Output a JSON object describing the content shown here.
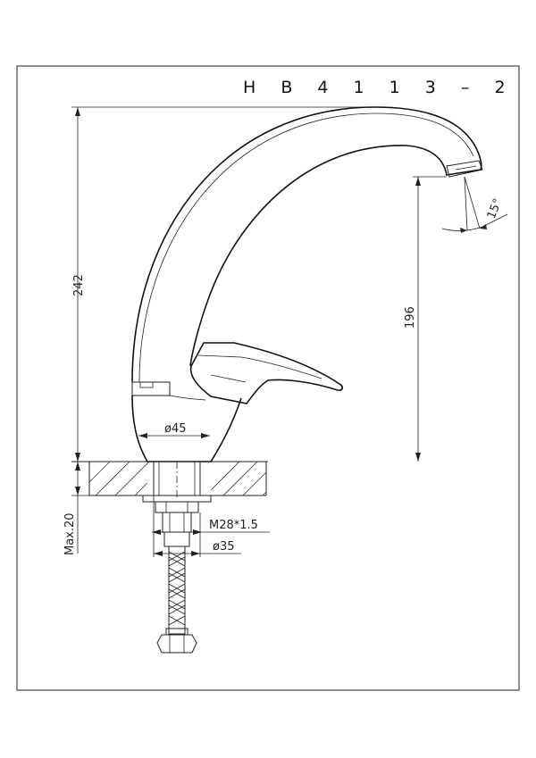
{
  "title": "H B 4 1 1 3 – 2",
  "dimensions": {
    "total_height": "242",
    "spout_height": "196",
    "base_diameter": "ø45",
    "thread": "M28*1.5",
    "hole_diameter": "ø35",
    "max_counter_thickness": "Max.20",
    "angle": "15°"
  },
  "colors": {
    "line": "#222222",
    "background": "#ffffff"
  }
}
